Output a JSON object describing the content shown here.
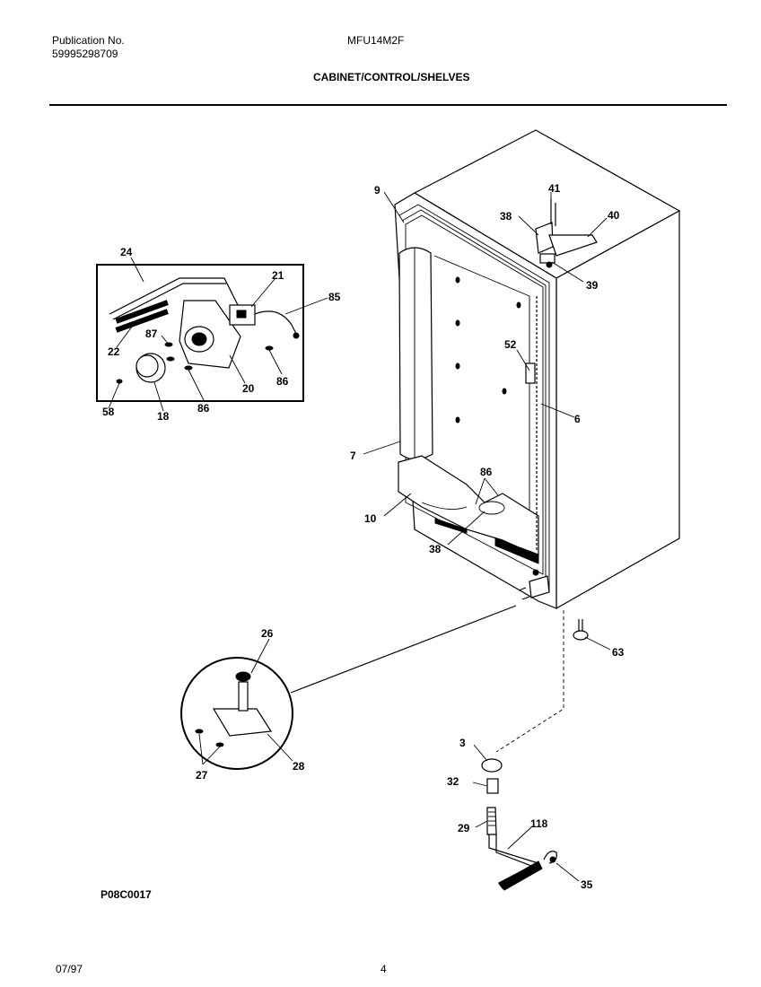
{
  "header": {
    "publication_label": "Publication No.",
    "publication_number": "59995298709",
    "model": "MFU14M2F",
    "section_title": "CABINET/CONTROL/SHELVES"
  },
  "footer": {
    "drawing_code": "P08C0017",
    "date": "07/97",
    "page_number": "4"
  },
  "callouts": {
    "c9": "9",
    "c41": "41",
    "c38a": "38",
    "c40": "40",
    "c39": "39",
    "c24": "24",
    "c21": "21",
    "c85": "85",
    "c87": "87",
    "c22": "22",
    "c20": "20",
    "c86a": "86",
    "c86b": "86",
    "c58": "58",
    "c18": "18",
    "c52": "52",
    "c6": "6",
    "c7": "7",
    "c86c": "86",
    "c10": "10",
    "c38b": "38",
    "c63": "63",
    "c26": "26",
    "c27": "27",
    "c28": "28",
    "c3": "3",
    "c32": "32",
    "c29": "29",
    "c118": "118",
    "c35": "35"
  }
}
